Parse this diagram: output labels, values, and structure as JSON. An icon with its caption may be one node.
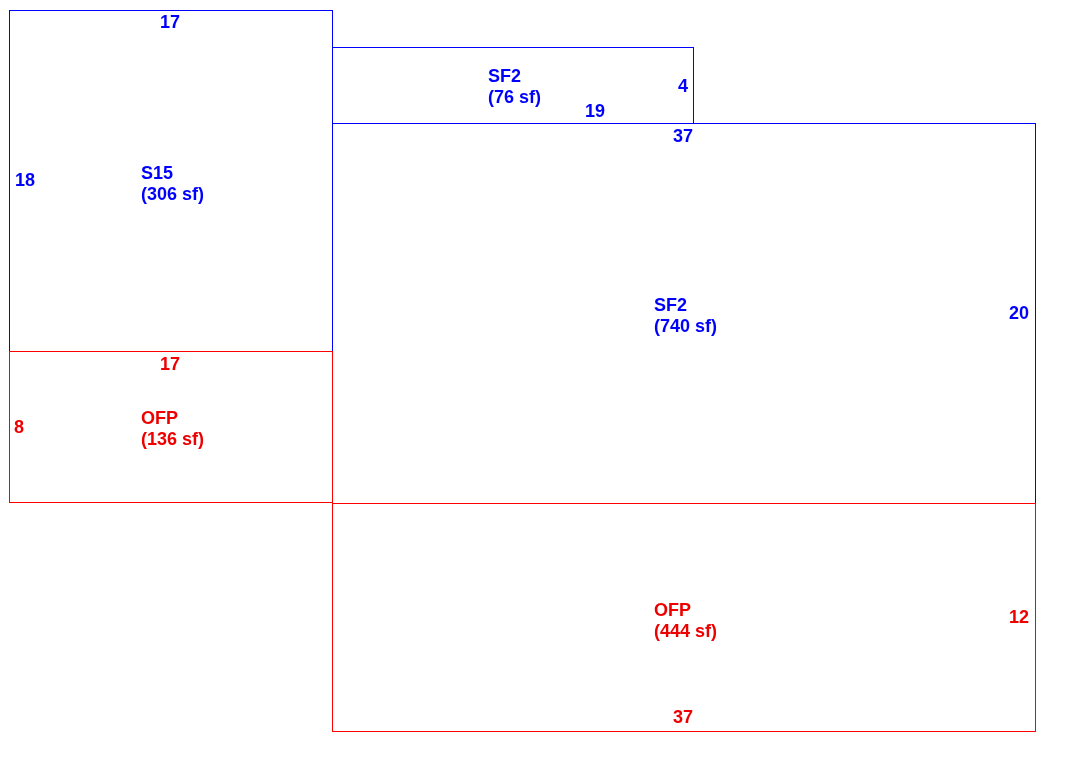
{
  "diagram": {
    "nodes": [
      {
        "text": [
          "S15",
          "(306 sf)"
        ]
      },
      {
        "text": [
          "SF2",
          "(76 sf)"
        ]
      },
      {
        "text": [
          "SF2",
          "(740 sf)"
        ]
      },
      {
        "text": [
          "OFP",
          "(136 sf)"
        ]
      },
      {
        "text": [
          "OFP",
          "(444 sf)"
        ]
      }
    ],
    "labels": [
      "17",
      "18",
      "4",
      "19",
      "37",
      "20",
      "17",
      "8",
      "12",
      "37"
    ]
  }
}
